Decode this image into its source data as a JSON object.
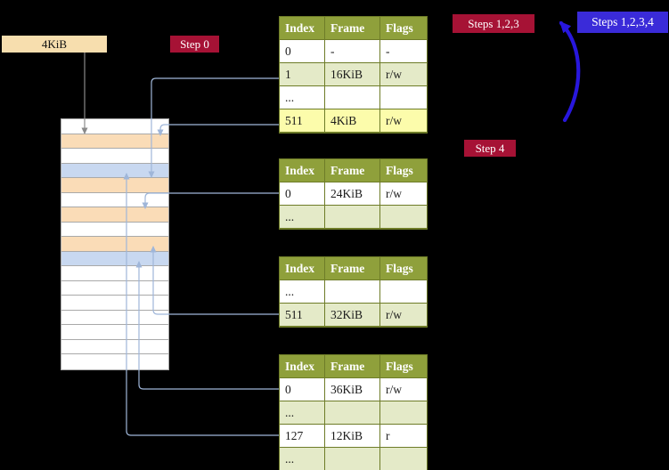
{
  "colors": {
    "background": "#000000",
    "badge_red": "#a61235",
    "badge_blue": "#3a2bd9",
    "table_header": "#8fa03b",
    "table_row_green": "#e4eac8",
    "table_row_yellow": "#fcfcab",
    "memory_frame_peach": "#fadcb7",
    "memory_frame_blue": "#c8d8f0",
    "address_box_wheat": "#f7deae",
    "big_arrow_blue": "#2817dd",
    "thin_arrow": "#9fb6d9"
  },
  "address_box": {
    "label": "4KiB"
  },
  "badges": {
    "step0": "Step 0",
    "steps123": "Steps 1,2,3",
    "steps1234": "Steps 1,2,3,4",
    "step4": "Step 4"
  },
  "memory": {
    "rows": [
      "white",
      "peach",
      "white",
      "blue",
      "peach",
      "white",
      "peach",
      "white",
      "peach",
      "blue",
      "white",
      "white",
      "white",
      "white",
      "white",
      "white",
      "white"
    ]
  },
  "tables": [
    {
      "headers": [
        "Index",
        "Frame",
        "Flags"
      ],
      "rows": [
        {
          "variant": "white",
          "cells": [
            "0",
            "-",
            "-"
          ]
        },
        {
          "variant": "green",
          "cells": [
            "1",
            "16KiB",
            "r/w"
          ]
        },
        {
          "variant": "white",
          "cells": [
            "...",
            "",
            ""
          ]
        },
        {
          "variant": "yellow",
          "cells": [
            "511",
            "4KiB",
            "r/w"
          ]
        }
      ]
    },
    {
      "headers": [
        "Index",
        "Frame",
        "Flags"
      ],
      "rows": [
        {
          "variant": "white",
          "cells": [
            "0",
            "24KiB",
            "r/w"
          ]
        },
        {
          "variant": "green",
          "cells": [
            "...",
            "",
            ""
          ]
        }
      ]
    },
    {
      "headers": [
        "Index",
        "Frame",
        "Flags"
      ],
      "rows": [
        {
          "variant": "white",
          "cells": [
            "...",
            "",
            ""
          ]
        },
        {
          "variant": "green",
          "cells": [
            "511",
            "32KiB",
            "r/w"
          ]
        }
      ]
    },
    {
      "headers": [
        "Index",
        "Frame",
        "Flags"
      ],
      "rows": [
        {
          "variant": "white",
          "cells": [
            "0",
            "36KiB",
            "r/w"
          ]
        },
        {
          "variant": "green",
          "cells": [
            "...",
            "",
            ""
          ]
        },
        {
          "variant": "white",
          "cells": [
            "127",
            "12KiB",
            "r"
          ]
        },
        {
          "variant": "green",
          "cells": [
            "...",
            "",
            ""
          ]
        }
      ]
    }
  ]
}
